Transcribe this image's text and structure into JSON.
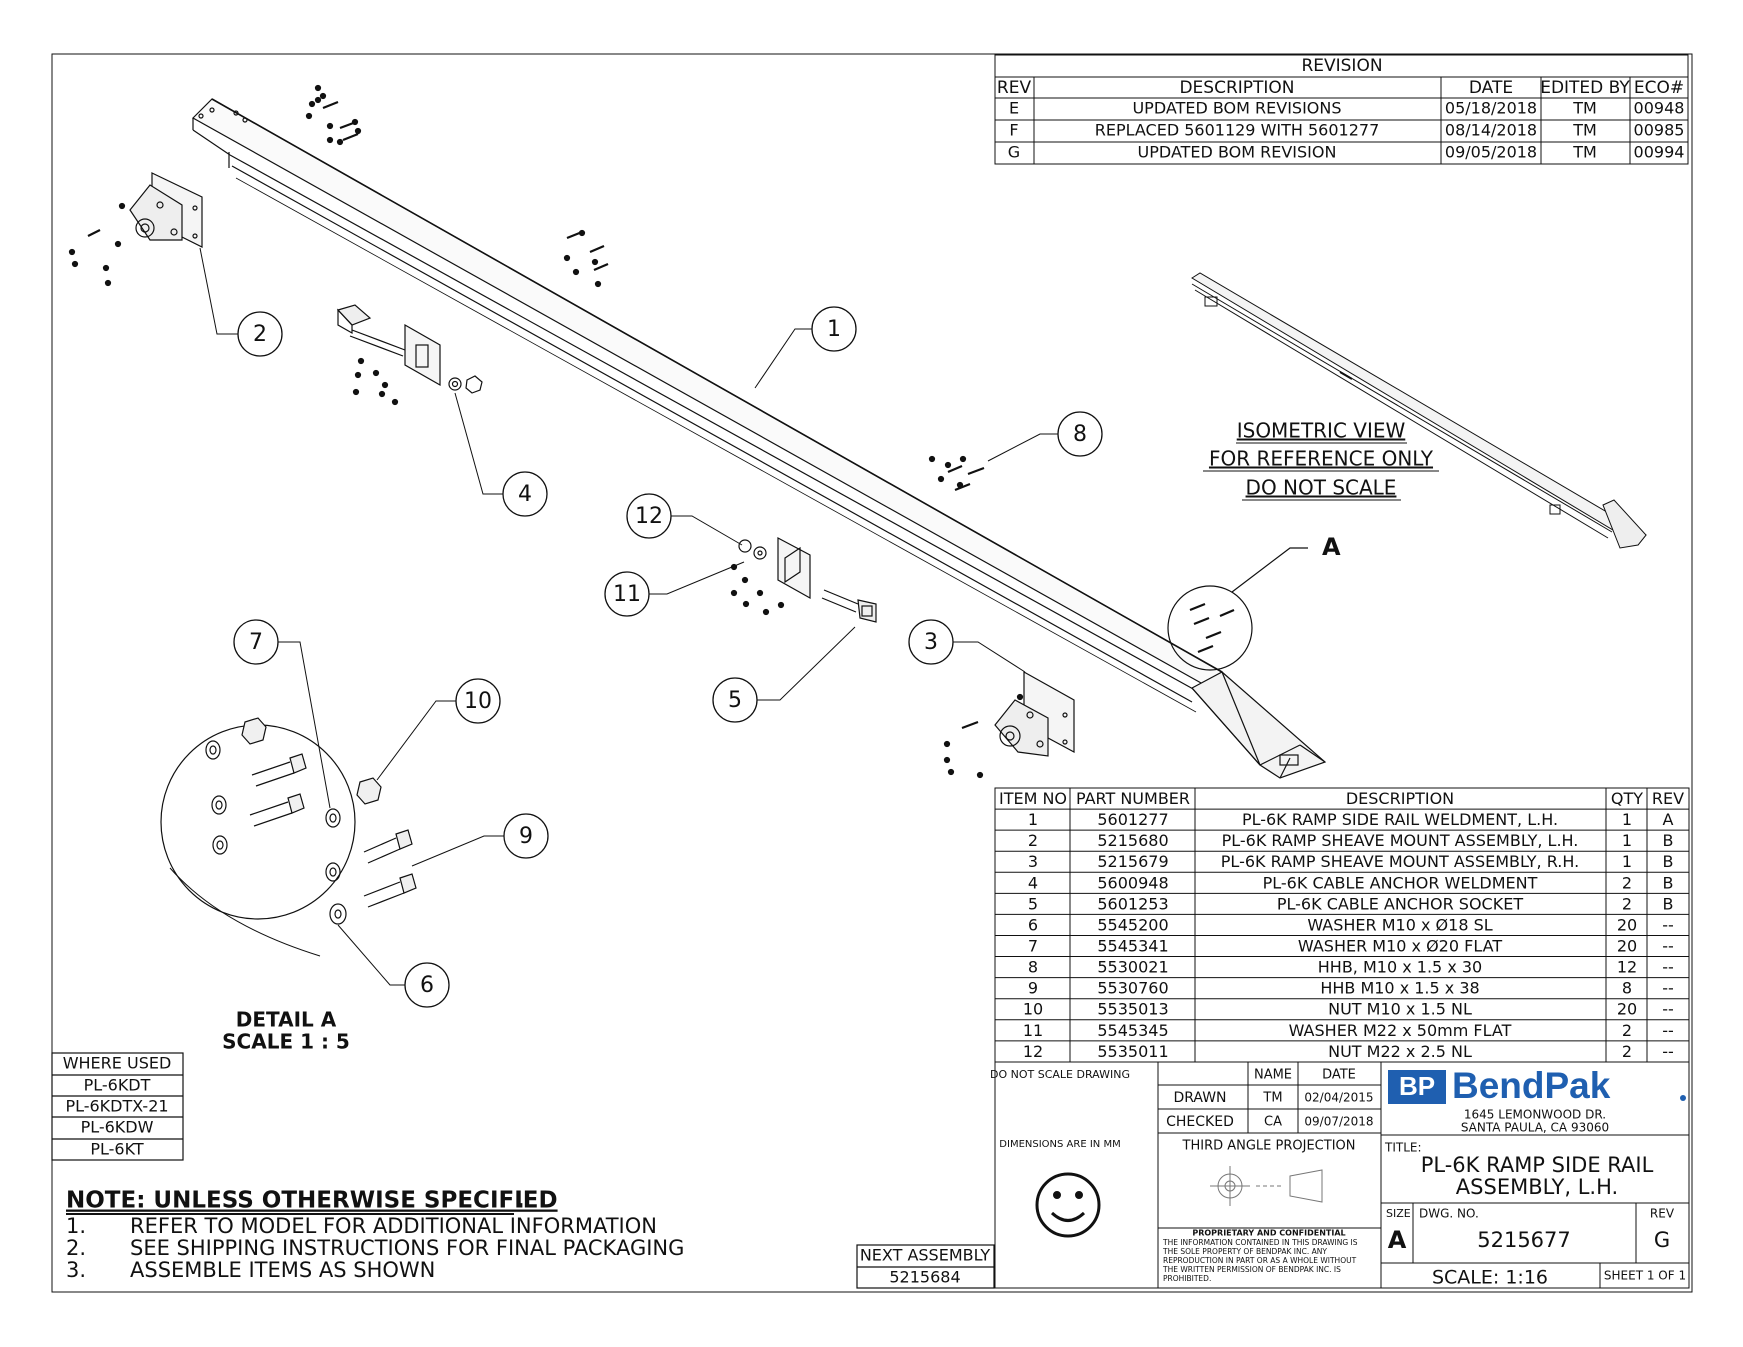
{
  "revision": {
    "title": "REVISION",
    "headers": [
      "REV",
      "DESCRIPTION",
      "DATE",
      "EDITED BY",
      "ECO#"
    ],
    "rows": [
      [
        "E",
        "UPDATED BOM REVISIONS",
        "05/18/2018",
        "TM",
        "00948"
      ],
      [
        "F",
        "REPLACED 5601129 WITH 5601277",
        "08/14/2018",
        "TM",
        "00985"
      ],
      [
        "G",
        "UPDATED BOM REVISION",
        "09/05/2018",
        "TM",
        "00994"
      ]
    ]
  },
  "isometric_note": [
    "ISOMETRIC VIEW",
    "FOR REFERENCE ONLY",
    "DO NOT SCALE"
  ],
  "detail_label": "A",
  "detail_caption": [
    "DETAIL A",
    "SCALE 1 : 5"
  ],
  "balloons": [
    "1",
    "2",
    "3",
    "4",
    "5",
    "6",
    "7",
    "8",
    "9",
    "10",
    "11",
    "12"
  ],
  "bom": {
    "headers": [
      "ITEM NO",
      "PART NUMBER",
      "DESCRIPTION",
      "QTY",
      "REV"
    ],
    "rows": [
      [
        "1",
        "5601277",
        "PL-6K RAMP SIDE RAIL WELDMENT, L.H.",
        "1",
        "A"
      ],
      [
        "2",
        "5215680",
        "PL-6K RAMP SHEAVE MOUNT ASSEMBLY, L.H.",
        "1",
        "B"
      ],
      [
        "3",
        "5215679",
        "PL-6K RAMP SHEAVE MOUNT ASSEMBLY, R.H.",
        "1",
        "B"
      ],
      [
        "4",
        "5600948",
        "PL-6K CABLE ANCHOR WELDMENT",
        "2",
        "B"
      ],
      [
        "5",
        "5601253",
        "PL-6K CABLE ANCHOR SOCKET",
        "2",
        "B"
      ],
      [
        "6",
        "5545200",
        "WASHER M10 x Ø18 SL",
        "20",
        "--"
      ],
      [
        "7",
        "5545341",
        "WASHER M10 x Ø20 FLAT",
        "20",
        "--"
      ],
      [
        "8",
        "5530021",
        "HHB, M10 x 1.5 x 30",
        "12",
        "--"
      ],
      [
        "9",
        "5530760",
        "HHB M10 x 1.5 x 38",
        "8",
        "--"
      ],
      [
        "10",
        "5535013",
        "NUT M10 x 1.5 NL",
        "20",
        "--"
      ],
      [
        "11",
        "5545345",
        "WASHER M22 x 50mm FLAT",
        "2",
        "--"
      ],
      [
        "12",
        "5535011",
        "NUT M22 x 2.5 NL",
        "2",
        "--"
      ]
    ]
  },
  "where_used": {
    "title": "WHERE USED",
    "items": [
      "PL-6KDT",
      "PL-6KDTX-21",
      "PL-6KDW",
      "PL-6KT"
    ]
  },
  "notes": {
    "title": "NOTE: UNLESS OTHERWISE SPECIFIED",
    "items": [
      [
        "1.",
        "REFER TO MODEL FOR ADDITIONAL INFORMATION"
      ],
      [
        "2.",
        "SEE SHIPPING INSTRUCTIONS FOR FINAL PACKAGING"
      ],
      [
        "3.",
        "ASSEMBLE ITEMS AS SHOWN"
      ]
    ]
  },
  "next_assembly": {
    "label": "NEXT ASSEMBLY",
    "value": "5215684"
  },
  "title_block": {
    "do_not_scale": "DO NOT SCALE DRAWING",
    "name_header": "NAME",
    "date_header": "DATE",
    "drawn_label": "DRAWN",
    "drawn_name": "TM",
    "drawn_date": "02/04/2015",
    "checked_label": "CHECKED",
    "checked_name": "CA",
    "checked_date": "09/07/2018",
    "dimensions": "DIMENSIONS ARE IN MM",
    "projection": "THIRD ANGLE PROJECTION",
    "proprietary_title": "PROPRIETARY AND CONFIDENTIAL",
    "proprietary_text": [
      "THE INFORMATION CONTAINED IN THIS DRAWING IS",
      "THE SOLE PROPERTY OF BENDPAK INC. ANY",
      "REPRODUCTION IN PART OR AS A WHOLE WITHOUT",
      "THE WRITTEN PERMISSION OF BENDPAK INC. IS",
      "PROHIBITED."
    ],
    "logo_mark": "BP",
    "logo_name": "BendPak",
    "address_1": "1645 LEMONWOOD DR.",
    "address_2": "SANTA PAULA, CA 93060",
    "title_label": "TITLE:",
    "title_lines": [
      "PL-6K RAMP SIDE RAIL",
      "ASSEMBLY, L.H."
    ],
    "size_label": "SIZE",
    "size": "A",
    "dwg_label": "DWG.  NO.",
    "dwg_no": "5215677",
    "rev_label": "REV",
    "rev": "G",
    "scale": "SCALE: 1:16",
    "sheet": "SHEET 1 OF 1"
  },
  "colors": {
    "line": "#111111",
    "logo_blue": "#1f5fb0"
  }
}
